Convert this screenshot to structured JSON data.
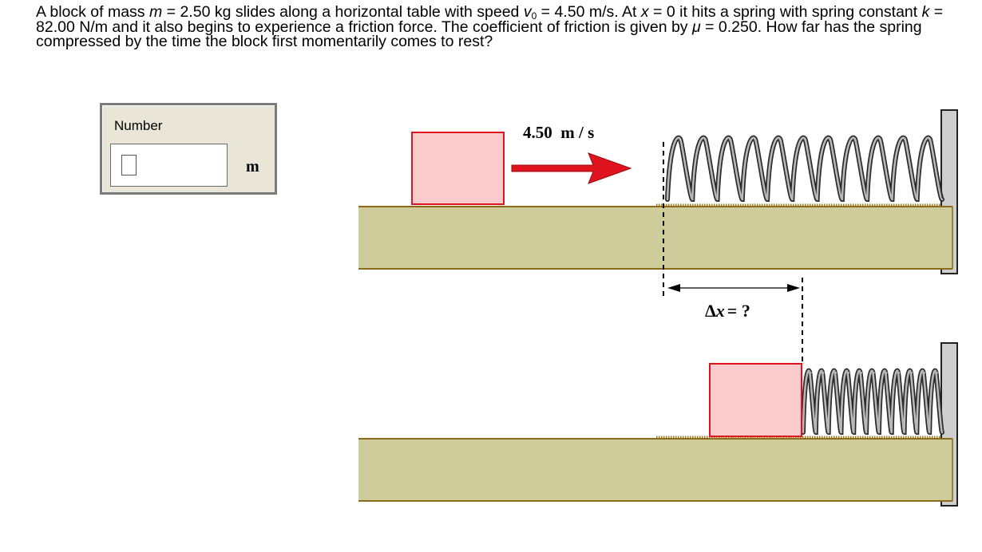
{
  "question": {
    "p1": "A block of mass ",
    "m": "m",
    "p2": " = 2.50 kg slides along a horizontal table with speed ",
    "v": "v",
    "v_sub": "0",
    "p3": " = 4.50 m/s. At ",
    "x": "x",
    "p4": " = 0 it hits a spring with spring constant ",
    "k": "k",
    "p5": " = 82.00 N/m and it also begins to experience a friction force. The coefficient of friction is given by ",
    "mu": "μ",
    "p6": " = 0.250. How far has the spring compressed by the time the block first momentarily comes to rest?"
  },
  "answer": {
    "label": "Number",
    "value": "",
    "unit": "m"
  },
  "diagram": {
    "speed_label": "4.50  m / s",
    "dx_delta": "Δ",
    "dx_var": "x",
    "dx_rest": "= ?",
    "colors": {
      "block_fill": "#fccccc",
      "block_stroke": "#e0141e",
      "arrow": "#e0141e",
      "table_fill": "#cdcc9a",
      "table_edge": "#8a6a1a",
      "wall_fill": "#cfcfcf",
      "spring_dark": "#2a2a2a",
      "spring_light": "#b8b8b8"
    }
  }
}
